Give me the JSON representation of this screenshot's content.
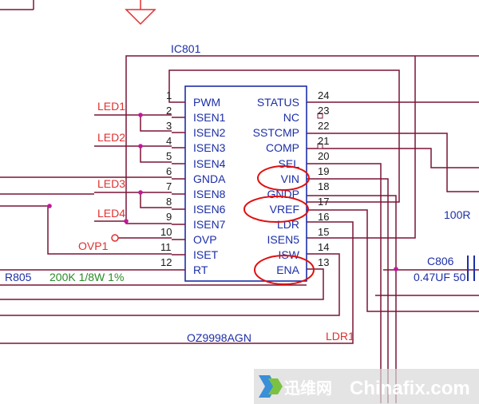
{
  "ic": {
    "ref": "IC801",
    "part": "OZ9998AGN",
    "left_pins": [
      {
        "num": "1",
        "name": "PWM"
      },
      {
        "num": "2",
        "name": "ISEN1"
      },
      {
        "num": "3",
        "name": "ISEN2"
      },
      {
        "num": "4",
        "name": "ISEN3"
      },
      {
        "num": "5",
        "name": "ISEN4"
      },
      {
        "num": "6",
        "name": "GNDA"
      },
      {
        "num": "7",
        "name": "ISEN8"
      },
      {
        "num": "8",
        "name": "ISEN6"
      },
      {
        "num": "9",
        "name": "ISEN7"
      },
      {
        "num": "10",
        "name": "OVP"
      },
      {
        "num": "11",
        "name": "ISET"
      },
      {
        "num": "12",
        "name": "RT"
      }
    ],
    "right_pins": [
      {
        "num": "24",
        "name": "STATUS"
      },
      {
        "num": "23",
        "name": "NC"
      },
      {
        "num": "22",
        "name": "SSTCMP"
      },
      {
        "num": "21",
        "name": "COMP"
      },
      {
        "num": "20",
        "name": "SEL"
      },
      {
        "num": "19",
        "name": "VIN"
      },
      {
        "num": "18",
        "name": "GNDP"
      },
      {
        "num": "17",
        "name": "VREF"
      },
      {
        "num": "16",
        "name": "LDR"
      },
      {
        "num": "15",
        "name": "ISEN5"
      },
      {
        "num": "14",
        "name": "ISW"
      },
      {
        "num": "13",
        "name": "ENA"
      }
    ]
  },
  "nets": {
    "led1": "LED1",
    "led2": "LED2",
    "led3": "LED3",
    "led4": "LED4",
    "ovp": "OVP1",
    "ldr": "LDR1"
  },
  "components": {
    "r805_ref": "R805",
    "r805_value": "200K 1/8W 1%",
    "c806_ref": "C806",
    "c806_value": "0.47UF 50",
    "r_right_value": "100R"
  },
  "watermark": {
    "cn": "迅维网",
    "en": "Chinafix.com"
  },
  "colors": {
    "wire": "#7a1535",
    "box": "#1c2fa8",
    "highlight": "#e01010",
    "net_label": "#e03030"
  }
}
